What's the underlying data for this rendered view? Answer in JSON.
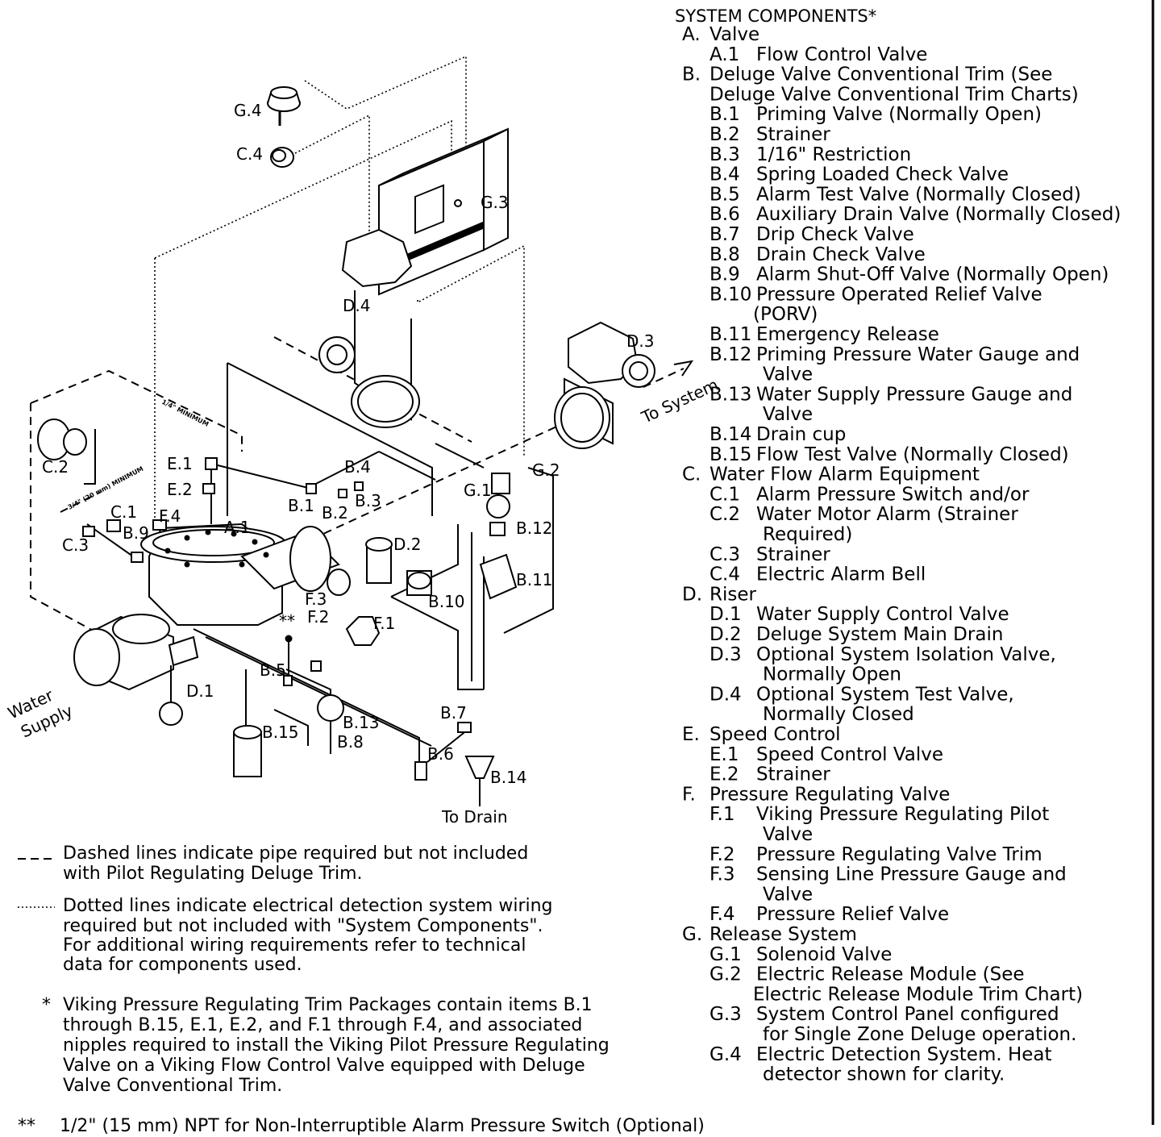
{
  "diagram": {
    "labels": {
      "G4": "G.4",
      "C4": "C.4",
      "G3": "G.3",
      "D4": "D.4",
      "D3": "D.3",
      "to_system": "To System",
      "min_quarter": "1/4\" MINIMUM",
      "C2": "C.2",
      "min_three_quarter": "3/4\" (20 mm) MINIMUM",
      "E1": "E.1",
      "E2": "E.2",
      "B4": "B.4",
      "B1": "B.1",
      "B2": "B.2",
      "B3": "B.3",
      "G1": "G.1",
      "G2": "G.2",
      "C1": "C.1",
      "F4": "F.4",
      "B9": "B.9",
      "A1": "A.1",
      "C3": "C.3",
      "D2": "D.2",
      "B12": "B.12",
      "B11": "B.11",
      "B10": "B.10",
      "F3": "F.3",
      "F2": "F.2",
      "F1": "F.1",
      "double_star": "**",
      "B5": "B.5",
      "D1": "D.1",
      "water_supply_1": "Water",
      "water_supply_2": "Supply",
      "B13": "B.13",
      "B8": "B.8",
      "B15": "B.15",
      "B7": "B.7",
      "B6": "B.6",
      "B14": "B.14",
      "to_drain": "To Drain"
    }
  },
  "components": {
    "title": "SYSTEM COMPONENTS*",
    "lines": [
      {
        "indent": 0,
        "code": "A.",
        "text": "Valve"
      },
      {
        "indent": 1,
        "code": "A.1",
        "text": "Flow Control Valve"
      },
      {
        "indent": 0,
        "code": "B.",
        "text": "Deluge Valve Conventional Trim (See"
      },
      {
        "indent": 0,
        "code": "",
        "text": "Deluge Valve Conventional Trim Charts)"
      },
      {
        "indent": 1,
        "code": "B.1",
        "text": "Priming Valve (Normally Open)"
      },
      {
        "indent": 1,
        "code": "B.2",
        "text": "Strainer"
      },
      {
        "indent": 1,
        "code": "B.3",
        "text": "1/16\" Restriction"
      },
      {
        "indent": 1,
        "code": "B.4",
        "text": "Spring Loaded Check Valve"
      },
      {
        "indent": 1,
        "code": "B.5",
        "text": "Alarm Test Valve (Normally Closed)"
      },
      {
        "indent": 1,
        "code": "B.6",
        "text": "Auxiliary Drain Valve (Normally Closed)"
      },
      {
        "indent": 1,
        "code": "B.7",
        "text": "Drip Check Valve"
      },
      {
        "indent": 1,
        "code": "B.8",
        "text": "Drain Check Valve"
      },
      {
        "indent": 1,
        "code": "B.9",
        "text": "Alarm Shut-Off Valve (Normally Open)"
      },
      {
        "indent": 1,
        "code": "B.10",
        "text": "Pressure Operated Relief Valve"
      },
      {
        "indent": 2,
        "code": "",
        "text": "(PORV)"
      },
      {
        "indent": 1,
        "code": "B.11",
        "text": "Emergency Release"
      },
      {
        "indent": 1,
        "code": "B.12",
        "text": "Priming Pressure Water Gauge and"
      },
      {
        "indent": 3,
        "code": "",
        "text": "Valve"
      },
      {
        "indent": 1,
        "code": "B.13",
        "text": "Water Supply Pressure Gauge and"
      },
      {
        "indent": 3,
        "code": "",
        "text": "Valve"
      },
      {
        "indent": 1,
        "code": "B.14",
        "text": "Drain cup"
      },
      {
        "indent": 1,
        "code": "B.15",
        "text": "Flow Test Valve (Normally Closed)"
      },
      {
        "indent": 0,
        "code": "C.",
        "text": "Water Flow Alarm Equipment"
      },
      {
        "indent": 1,
        "code": "C.1",
        "text": "Alarm Pressure Switch and/or"
      },
      {
        "indent": 1,
        "code": "C.2",
        "text": "Water Motor Alarm (Strainer"
      },
      {
        "indent": 3,
        "code": "",
        "text": "Required)"
      },
      {
        "indent": 1,
        "code": "C.3",
        "text": "Strainer"
      },
      {
        "indent": 1,
        "code": "C.4",
        "text": "Electric Alarm Bell"
      },
      {
        "indent": 0,
        "code": "D.",
        "text": "Riser"
      },
      {
        "indent": 1,
        "code": "D.1",
        "text": "Water Supply Control Valve"
      },
      {
        "indent": 1,
        "code": "D.2",
        "text": "Deluge System Main Drain"
      },
      {
        "indent": 1,
        "code": "D.3",
        "text": "Optional System Isolation Valve,"
      },
      {
        "indent": 3,
        "code": "",
        "text": "Normally Open"
      },
      {
        "indent": 1,
        "code": "D.4",
        "text": "Optional System Test Valve,"
      },
      {
        "indent": 3,
        "code": "",
        "text": "Normally Closed"
      },
      {
        "indent": 0,
        "code": "E.",
        "text": "Speed Control"
      },
      {
        "indent": 1,
        "code": "E.1",
        "text": "Speed Control Valve"
      },
      {
        "indent": 1,
        "code": "E.2",
        "text": "Strainer"
      },
      {
        "indent": 0,
        "code": "F.",
        "text": "Pressure Regulating Valve"
      },
      {
        "indent": 1,
        "code": "F.1",
        "text": "Viking Pressure Regulating Pilot"
      },
      {
        "indent": 3,
        "code": "",
        "text": "Valve"
      },
      {
        "indent": 1,
        "code": "F.2",
        "text": "Pressure Regulating Valve Trim"
      },
      {
        "indent": 1,
        "code": "F.3",
        "text": "Sensing Line Pressure Gauge and"
      },
      {
        "indent": 3,
        "code": "",
        "text": "Valve"
      },
      {
        "indent": 1,
        "code": "F.4",
        "text": "Pressure Relief Valve"
      },
      {
        "indent": 0,
        "code": "G.",
        "text": "Release System"
      },
      {
        "indent": 1,
        "code": "G.1",
        "text": "Solenoid Valve"
      },
      {
        "indent": 1,
        "code": "G.2",
        "text": "Electric Release Module (See"
      },
      {
        "indent": 2,
        "code": "",
        "text": "Electric Release Module Trim Chart)"
      },
      {
        "indent": 1,
        "code": "G.3",
        "text": "System Control Panel configured"
      },
      {
        "indent": 3,
        "code": "",
        "text": "for Single Zone Deluge operation."
      },
      {
        "indent": 1,
        "code": "G.4",
        "text": "Electric Detection System. Heat"
      },
      {
        "indent": 3,
        "code": "",
        "text": "detector shown for clarity."
      }
    ]
  },
  "notes": {
    "dashed": [
      "Dashed lines indicate pipe required but not included",
      "with Pilot Regulating Deluge Trim."
    ],
    "dotted": [
      "Dotted lines indicate electrical detection system wiring",
      "required but not included with \"System Components\".",
      "For additional wiring requirements refer to technical",
      "data for components used."
    ],
    "star_mark": "*",
    "star": [
      "Viking Pressure Regulating Trim Packages contain items B.1",
      "through B.15, E.1, E.2, and F.1 through F.4, and associated",
      "nipples required to install the Viking Pilot Pressure Regulating",
      "Valve on a Viking Flow Control Valve equipped with Deluge",
      "Valve Conventional Trim."
    ],
    "double_star_mark": "**",
    "double_star": "1/2\" (15 mm) NPT for Non-Interruptible Alarm Pressure Switch (Optional)"
  }
}
